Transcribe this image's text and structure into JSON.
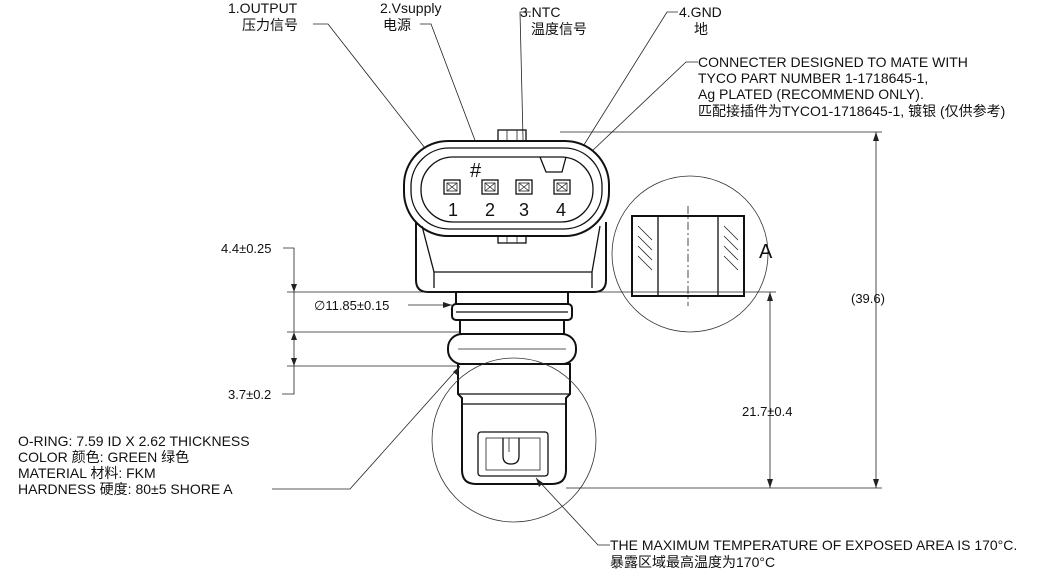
{
  "pins": [
    {
      "id": "1.OUTPUT",
      "cn": "压力信号",
      "num": "1"
    },
    {
      "id": "2.Vsupply",
      "cn": "电源",
      "num": "2"
    },
    {
      "id": "3.NTC",
      "cn": "温度信号",
      "num": "3"
    },
    {
      "id": "4.GND",
      "cn": "地",
      "num": "4"
    }
  ],
  "connector_note": {
    "line1": "CONNECTER DESIGNED TO MATE WITH",
    "line2": "TYCO PART NUMBER 1-1718645-1,",
    "line3": "Ag PLATED (RECOMMEND ONLY).",
    "line4": "匹配接插件为TYCO1-1718645-1, 镀银 (仅供参考)"
  },
  "pin1_mark": "#",
  "detail_label": "A",
  "dimensions": {
    "flange_thickness": "4.4±0.25",
    "diameter": "∅11.85±0.15",
    "oring_gap": "3.7±0.2",
    "total_height": "(39.6)",
    "lower_height": "21.7±0.4"
  },
  "oring_note": {
    "line1": "O-RING: 7.59 ID X 2.62 THICKNESS",
    "line2": "COLOR 颜色: GREEN 绿色",
    "line3": "MATERIAL 材料: FKM",
    "line4": "HARDNESS 硬度: 80±5 SHORE A"
  },
  "temp_note": {
    "line1": "THE MAXIMUM TEMPERATURE OF EXPOSED AREA IS 170°C.",
    "line2": "暴露区域最高温度为170°C"
  }
}
